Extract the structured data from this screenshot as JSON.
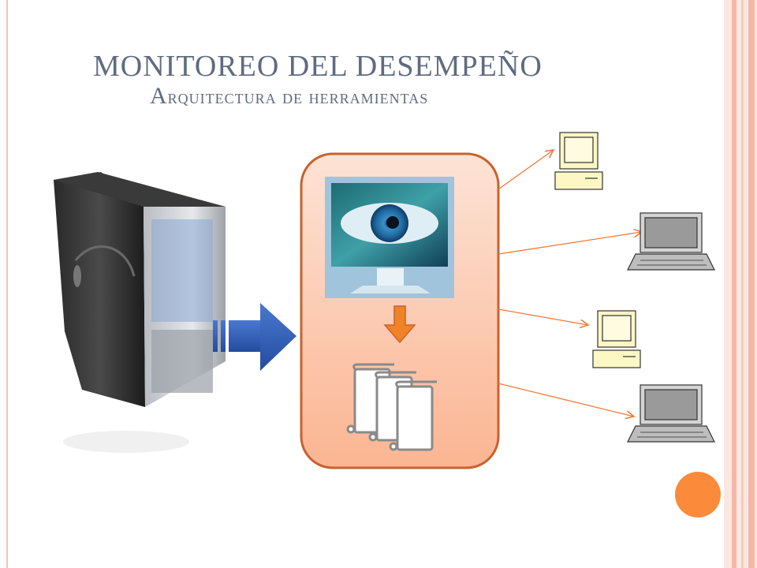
{
  "slide": {
    "title": "MONITOREO DEL DESEMPEÑO",
    "subtitle_initial": "A",
    "subtitle_rest": "rquitectura de herramientas"
  },
  "colors": {
    "title_text": "#5f6b80",
    "panel_fill": "#fcc5ab",
    "panel_border": "#c8622e",
    "connector": "#f07a3a",
    "down_arrow": "#f28226",
    "blue_arrow": "#2f5db8",
    "accent_circle": "#fb8a3a",
    "desktop_beige": "#fdf7c4"
  },
  "diagram": {
    "nodes": [
      {
        "id": "server",
        "kind": "server-tower"
      },
      {
        "id": "monitoring-tool",
        "kind": "monitor-with-eye"
      },
      {
        "id": "reports",
        "kind": "document-scrolls"
      },
      {
        "id": "client-1",
        "kind": "desktop-computer"
      },
      {
        "id": "client-2",
        "kind": "laptop"
      },
      {
        "id": "client-3",
        "kind": "desktop-computer"
      },
      {
        "id": "client-4",
        "kind": "laptop"
      }
    ],
    "edges": [
      {
        "from": "server",
        "to": "monitoring-tool"
      },
      {
        "from": "monitoring-tool",
        "to": "reports"
      },
      {
        "from": "monitoring-tool",
        "to": "client-1"
      },
      {
        "from": "monitoring-tool",
        "to": "client-2"
      },
      {
        "from": "monitoring-tool",
        "to": "client-3"
      },
      {
        "from": "monitoring-tool",
        "to": "client-4"
      }
    ]
  }
}
